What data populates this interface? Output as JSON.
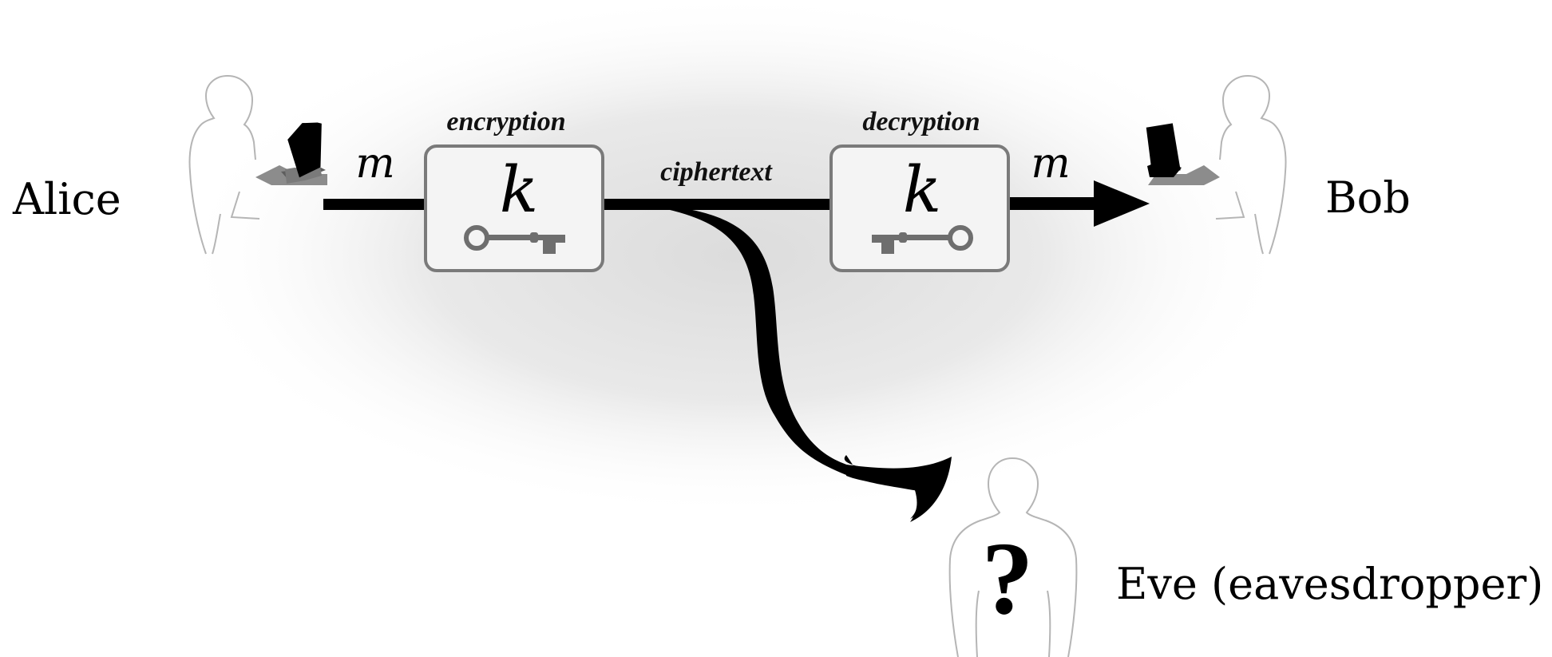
{
  "parties": {
    "sender": "Alice",
    "receiver": "Bob",
    "eavesdropper": "Eve (eavesdropper)"
  },
  "stages": {
    "encryption_label": "encryption",
    "decryption_label": "decryption",
    "key_symbol": "k",
    "key_icon": "key-icon"
  },
  "channel": {
    "plaintext_in": "m",
    "plaintext_out": "m",
    "ciphertext_label": "ciphertext"
  },
  "eve": {
    "unknown_symbol": "?"
  },
  "colors": {
    "box_fill": "#f4f4f4",
    "box_border": "#7a7a7a",
    "key_color": "#6e6e6e",
    "wire_color": "#000000",
    "figure_outline": "#b5b5b5"
  }
}
